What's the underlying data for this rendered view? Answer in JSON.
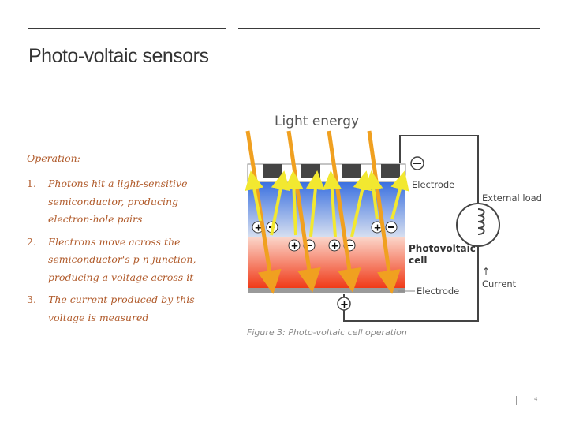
{
  "slide": {
    "title": "Photo-voltaic sensors",
    "operation_label": "Operation:",
    "steps": [
      {
        "num": "1.",
        "text": "Photons hit a light-sensitive semiconductor, producing electron-hole pairs"
      },
      {
        "num": "2.",
        "text": "Electrons move across the semiconductor's p-n junction, producing a voltage across it"
      },
      {
        "num": "3.",
        "text": "The current produced by this voltage is measured"
      }
    ],
    "caption": "Figure 3: Photo-voltaic cell operation",
    "page_number": "4"
  },
  "figure": {
    "light_energy": "Light energy",
    "electrode_top": "Electrode",
    "external_load": "External load",
    "photovoltaic": "Photovoltaic",
    "cell": "cell",
    "current_arrow": "↑",
    "current": "Current",
    "electrode_bottom": "Electrode",
    "colors": {
      "light_ray": "#f0a020",
      "carrier_arrow": "#f2e830",
      "n_layer": "#4a7fe0",
      "p_layer": "#f04020",
      "circuit": "#444444",
      "text_accent": "#b05a2a"
    }
  }
}
